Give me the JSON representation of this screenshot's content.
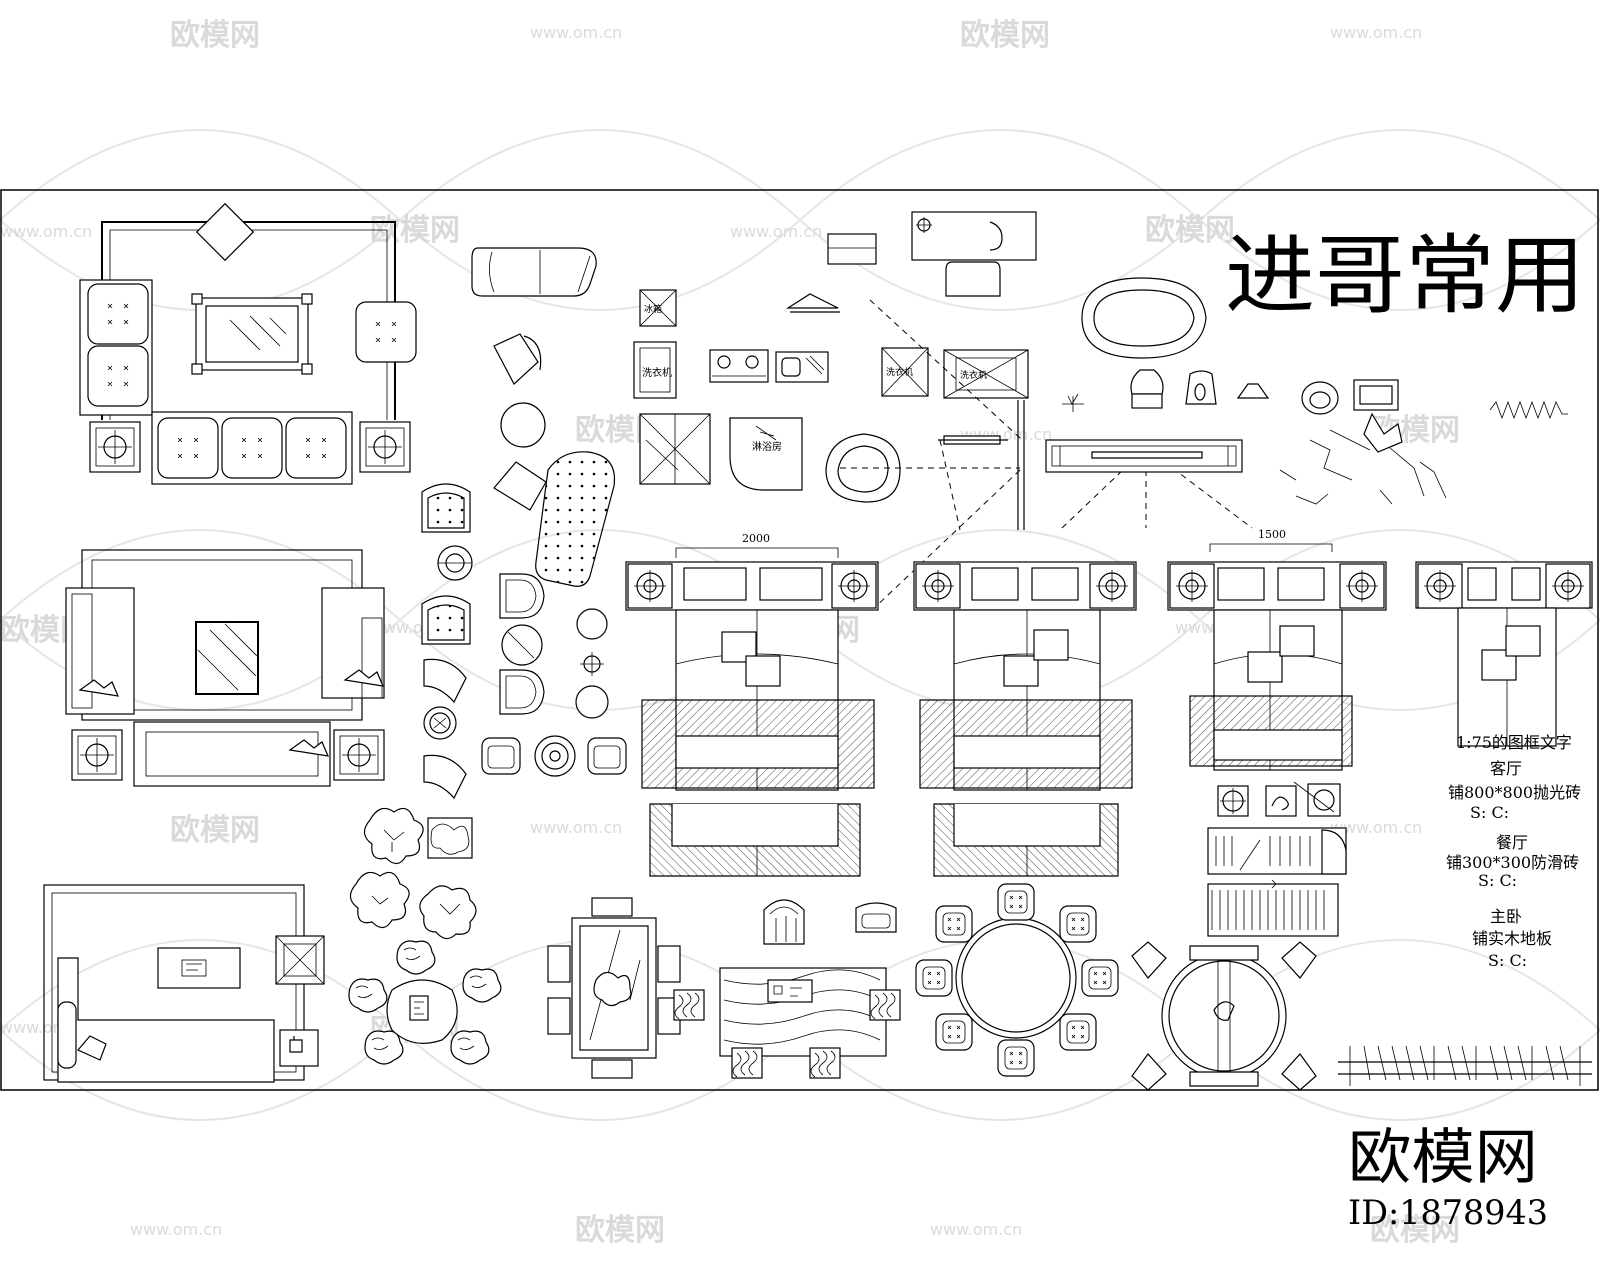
{
  "watermark": {
    "brand": "欧模网",
    "site": "www.om.cn",
    "brand_large": "欧模网",
    "id_label": "ID:1878943"
  },
  "drawing": {
    "title": "进哥常用",
    "dimension_left": "2000",
    "dimension_right": "1500",
    "label_small": {
      "toilet_room": "洗衣机",
      "washer": "洗衣机",
      "shower": "淋浴房",
      "box1": "冰箱",
      "box2": "洗衣机"
    },
    "notes": {
      "frame_text": "1:75的图框文字",
      "living": "客厅",
      "living_floor": "铺800*800抛光砖",
      "living_sc": "S: C:",
      "dining": "餐厅",
      "dining_floor": "铺300*300防滑砖",
      "dining_sc": "S: C:",
      "master": "主卧",
      "master_floor": "铺实木地板",
      "master_sc": "S: C:"
    }
  },
  "colors": {
    "line": "#000000",
    "watermark": "#d6d6d6",
    "background": "#ffffff"
  }
}
